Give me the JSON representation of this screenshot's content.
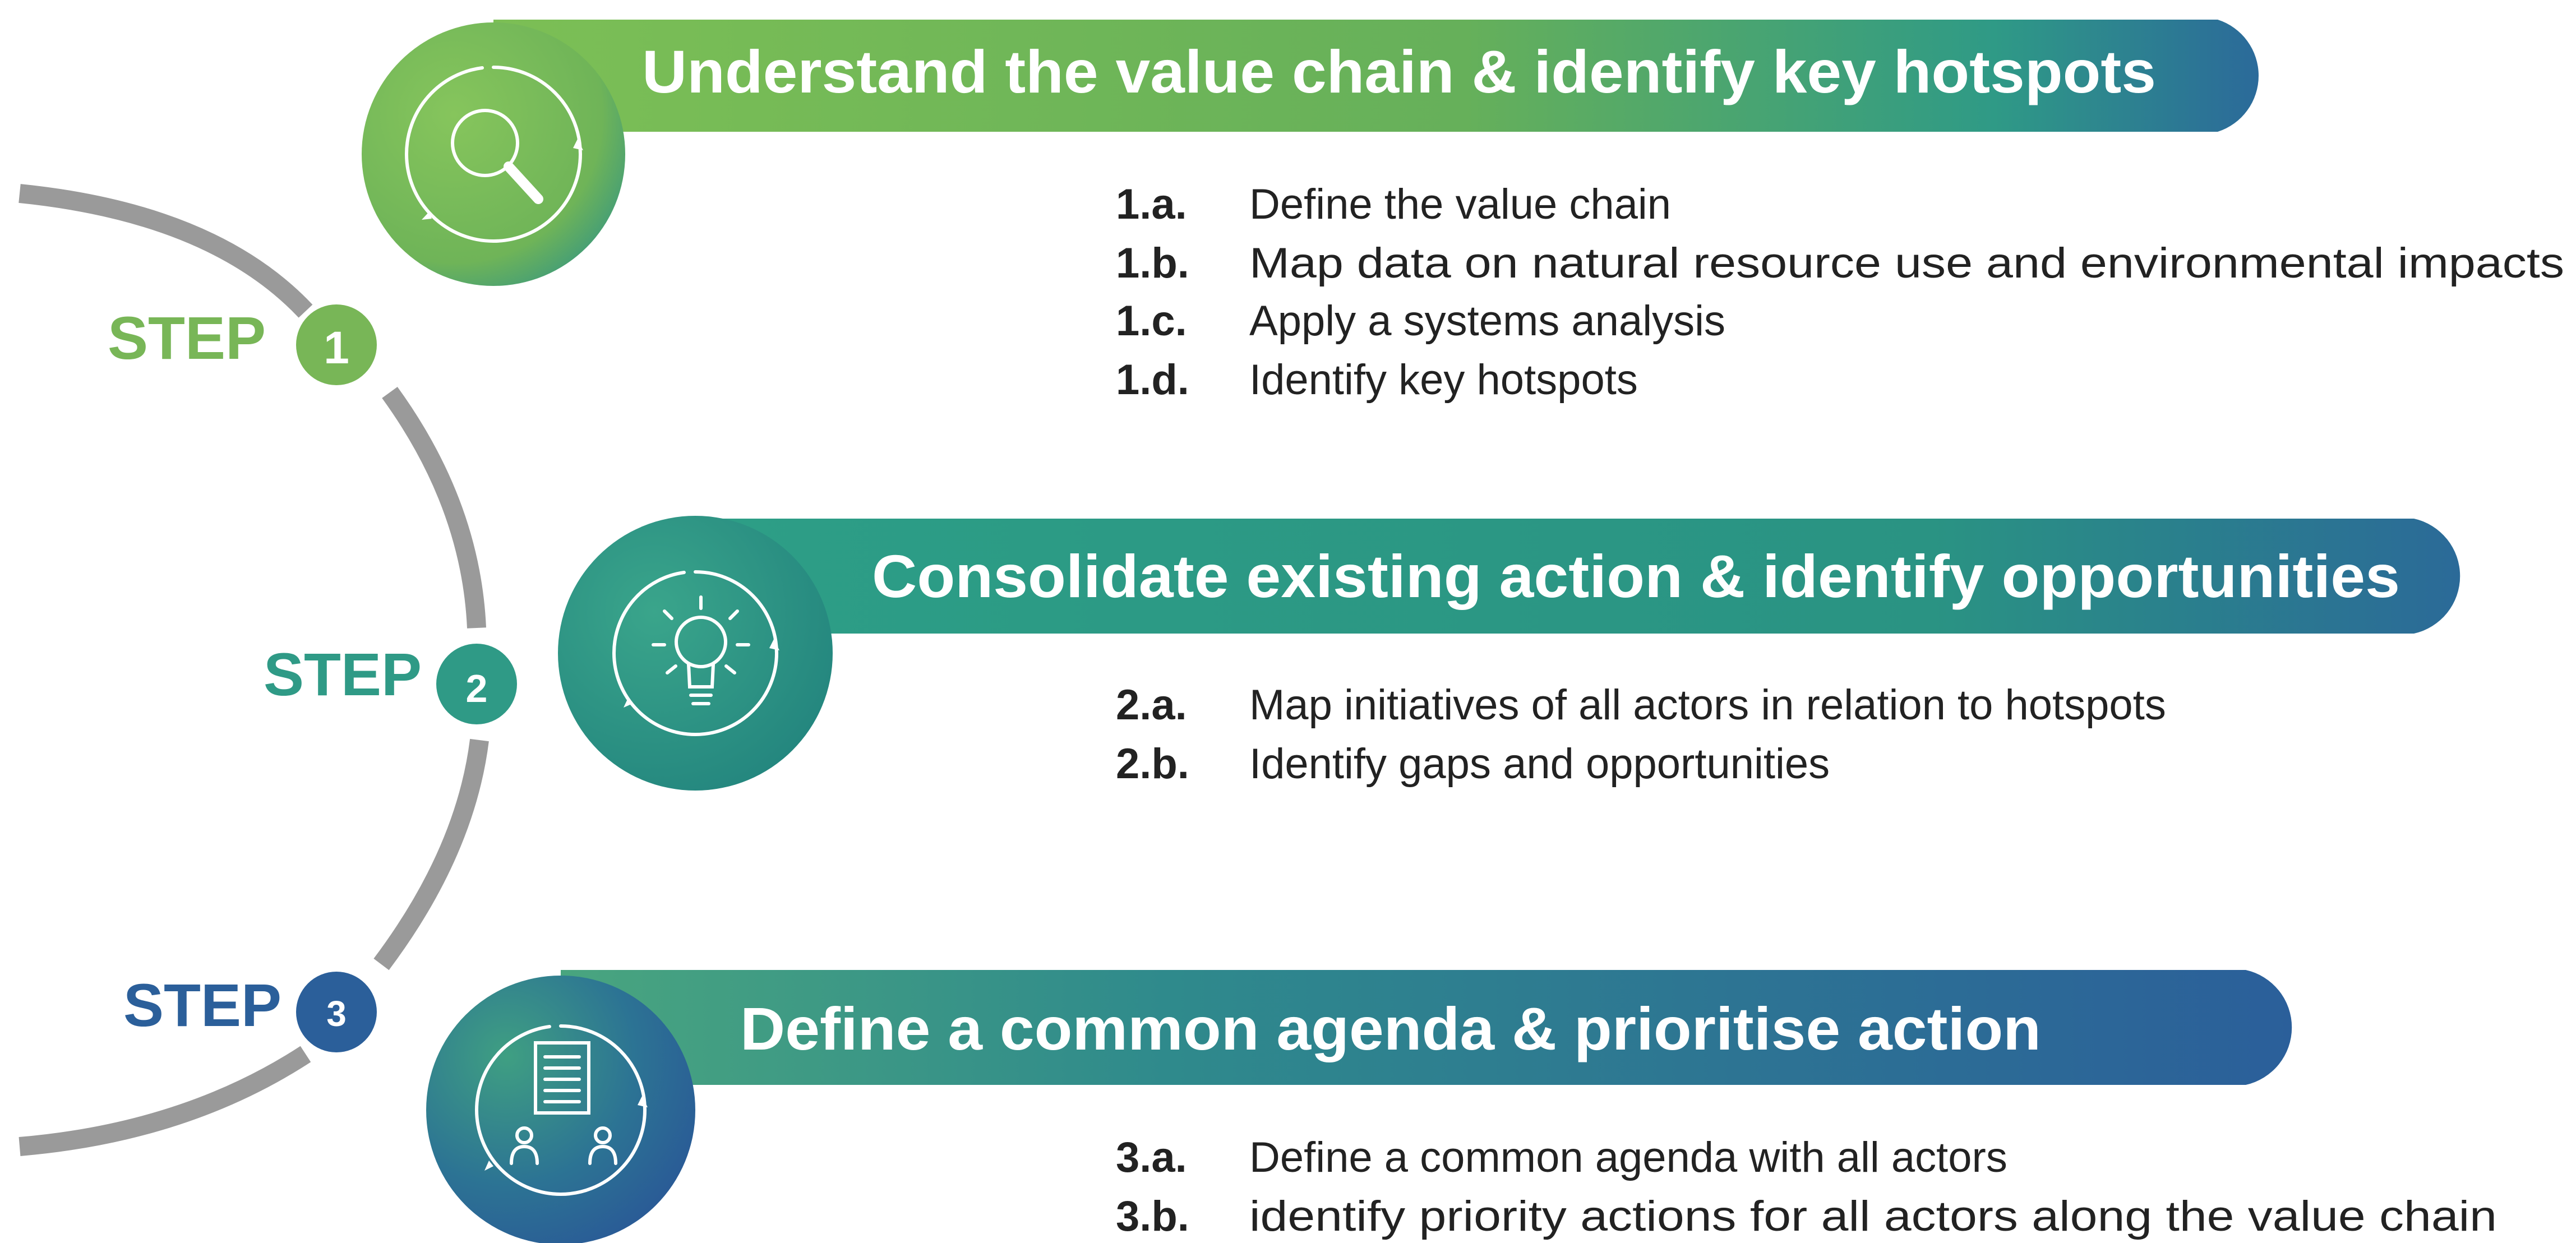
{
  "colors": {
    "green": "#78b657",
    "teal": "#2f9a86",
    "blue": "#2b5f9a",
    "arc": "#9a9a9a",
    "text": "#222222"
  },
  "steps": [
    {
      "step_word": "STEP",
      "number": "1",
      "title": "Understand the value chain & identify key hotspots",
      "icon": "magnifier-icon",
      "substeps": [
        {
          "code": "1.a.",
          "text": "Define the value chain"
        },
        {
          "code": "1.b.",
          "text": "Map data on natural resource use and environmental impacts"
        },
        {
          "code": "1.c.",
          "text": "Apply a systems analysis"
        },
        {
          "code": "1.d.",
          "text": "Identify key hotspots"
        }
      ]
    },
    {
      "step_word": "STEP",
      "number": "2",
      "title": "Consolidate existing action & identify opportunities",
      "icon": "lightbulb-icon",
      "substeps": [
        {
          "code": "2.a.",
          "text": "Map initiatives of all actors in relation to hotspots"
        },
        {
          "code": "2.b.",
          "text": "Identify gaps and opportunities"
        }
      ]
    },
    {
      "step_word": "STEP",
      "number": "3",
      "title": "Define a common agenda & prioritise action",
      "icon": "agenda-people-icon",
      "substeps": [
        {
          "code": "3.a.",
          "text": "Define a common agenda with all actors"
        },
        {
          "code": "3.b.",
          "text": "identify priority actions for all actors along the value chain"
        }
      ]
    }
  ]
}
